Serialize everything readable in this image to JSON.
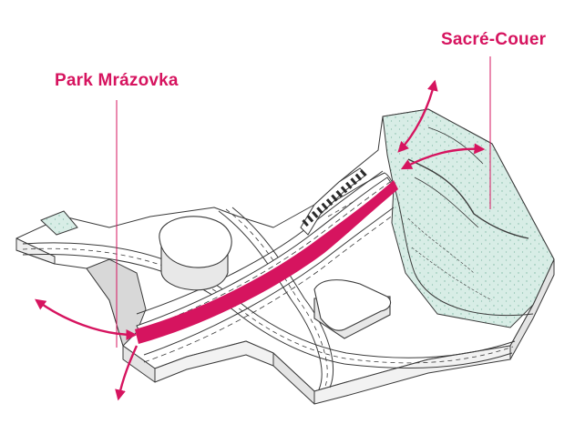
{
  "labels": {
    "park": "Park Mrázovka",
    "sacre": "Sacré-Couer"
  },
  "colors": {
    "accent": "#d6145f",
    "line": "#3a3a3a",
    "park_fill": "#d8ede6",
    "white": "#ffffff"
  },
  "icons": {
    "arrow": "double-headed-curved-arrow",
    "building": "oval-building"
  }
}
